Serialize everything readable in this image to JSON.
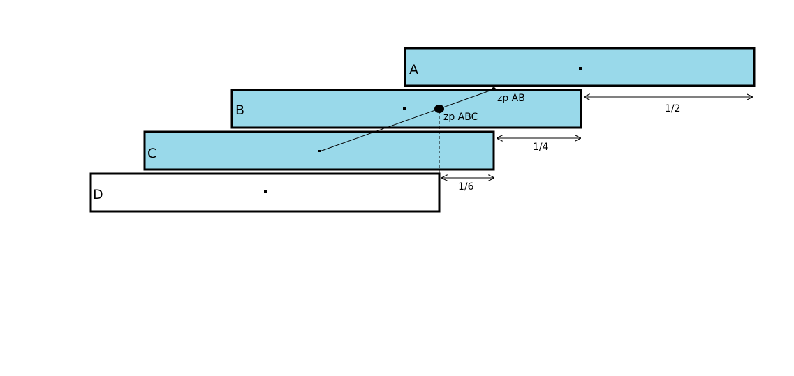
{
  "colors": {
    "fill": "#99d9ea",
    "stroke": "#000000",
    "empty": "#ffffff"
  },
  "bars": [
    {
      "id": "A",
      "label": "A",
      "filled": true
    },
    {
      "id": "B",
      "label": "B",
      "filled": true
    },
    {
      "id": "C",
      "label": "C",
      "filled": true
    },
    {
      "id": "D",
      "label": "D",
      "filled": false
    }
  ],
  "points": {
    "zp_ab": "zp AB",
    "zp_abc": "zp ABC"
  },
  "dimensions": {
    "half": "1/2",
    "quarter": "1/4",
    "sixth": "1/6"
  }
}
